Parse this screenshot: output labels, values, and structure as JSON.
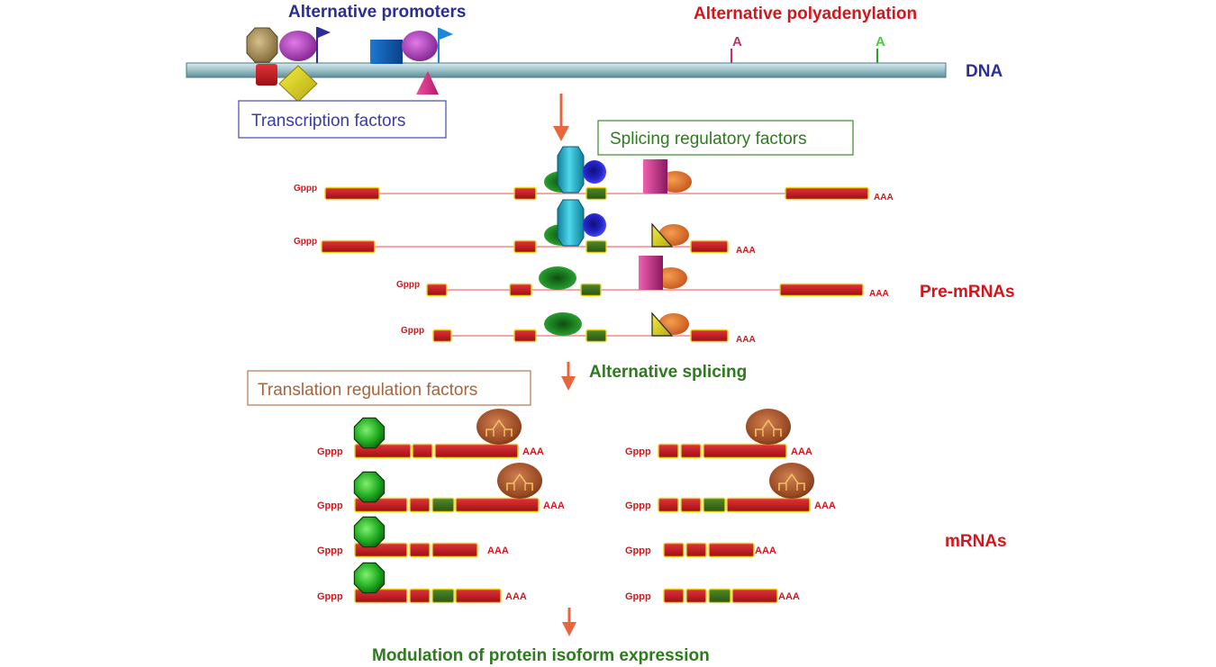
{
  "titles": {
    "alt_promoters": "Alternative promoters",
    "alt_polyadenylation": "Alternative polyadenylation",
    "dna": "DNA",
    "pre_mrnas": "Pre-mRNAs",
    "alt_splicing": "Alternative splicing",
    "mrnas": "mRNAs",
    "modulation": "Modulation of protein isoform expression"
  },
  "boxes": {
    "transcription_factors": "Transcription factors",
    "splicing_regulatory_factors": "Splicing regulatory factors",
    "translation_regulation_factors": "Translation regulation factors"
  },
  "polya_sites": [
    "A",
    "A"
  ],
  "cap_label": "Gppp",
  "tail_label": "AAA",
  "colors": {
    "title_blue": "#2b2e9a",
    "title_red": "#d4161c",
    "title_green": "#2e7a1f",
    "arrow": "#e8663c",
    "exon_red": "#c8141a",
    "exon_green": "#3a6b1c",
    "exon_border": "#e8d21c",
    "intron_line": "#f08a8a",
    "dna_bar": "#9cc0c8"
  }
}
